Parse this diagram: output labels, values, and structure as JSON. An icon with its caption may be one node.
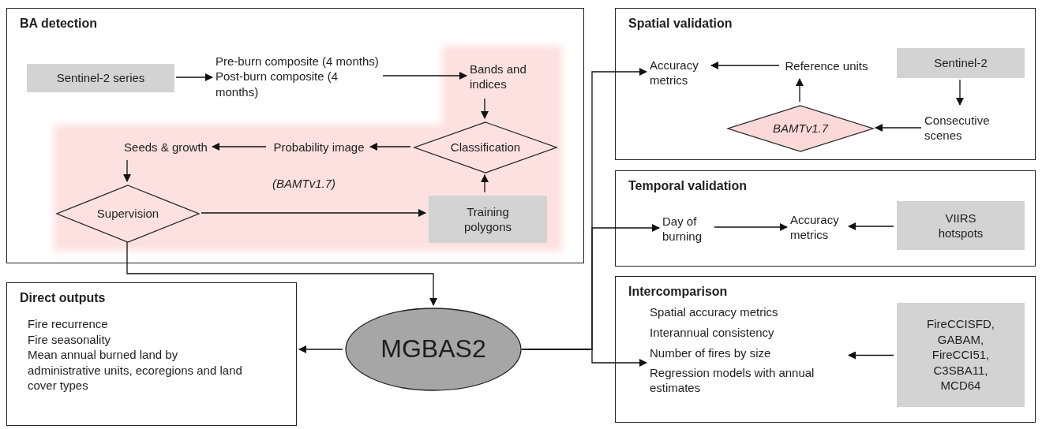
{
  "diagram": {
    "nodes": [
      {
        "text": [
          "BA detection"
        ]
      },
      {
        "text": [
          "Sentinel-2 series"
        ],
        "in": 0
      },
      {
        "text": [
          "Pre-burn composite (4 months)",
          "Post-burn composite (4 months)"
        ],
        "in": 0
      },
      {
        "text": [
          "Bands and indices"
        ],
        "in": 0
      },
      {
        "text": [
          "Classification"
        ],
        "in": 0
      },
      {
        "text": [
          "Probability image"
        ],
        "in": 0
      },
      {
        "text": [
          "Seeds & growth"
        ],
        "in": 0
      },
      {
        "text": [
          "Supervision"
        ],
        "in": 0
      },
      {
        "text": [
          "Training polygons"
        ],
        "in": 0
      },
      {
        "text": [
          "Spatial validation"
        ]
      },
      {
        "text": [
          "Accuracy metrics"
        ],
        "in": 9
      },
      {
        "text": [
          "Reference units"
        ],
        "in": 9
      },
      {
        "text": [
          "Sentinel-2"
        ],
        "in": 9
      },
      {
        "text": [
          "BAMTv1.7"
        ],
        "in": 9
      },
      {
        "text": [
          "Consecutive scenes"
        ],
        "in": 9
      },
      {
        "text": [
          "Temporal validation"
        ]
      },
      {
        "text": [
          "Day of burning"
        ],
        "in": 15
      },
      {
        "text": [
          "Accuracy metrics"
        ],
        "in": 15
      },
      {
        "text": [
          "VIIRS hotspots"
        ],
        "in": 15
      },
      {
        "text": [
          "Intercomparison"
        ]
      },
      {
        "text": [
          "Spatial accuracy metrics",
          "Interannual consistency",
          "Number of fires by size",
          "Regression models with annual estimates"
        ],
        "in": 19
      },
      {
        "text": [
          "FireCCISFD, GABAM, FireCCI51, C3SBA11, MCD64"
        ],
        "in": 19
      },
      {
        "text": [
          "MGBAS2"
        ]
      },
      {
        "text": [
          "Direct outputs",
          "Fire recurrence",
          "Fire seasonality",
          "Mean annual burned land by administrative units, ecoregions and land cover types"
        ]
      }
    ],
    "edges": [
      {
        "from": 1,
        "to": 2,
        "arrow": "to"
      },
      {
        "from": 2,
        "to": 3,
        "arrow": "to"
      },
      {
        "from": 3,
        "to": 4,
        "arrow": "to"
      },
      {
        "from": 4,
        "to": 5,
        "arrow": "to"
      },
      {
        "from": 5,
        "to": 6,
        "arrow": "to"
      },
      {
        "from": 6,
        "to": 7,
        "arrow": "to"
      },
      {
        "from": 7,
        "to": 8,
        "arrow": "to"
      },
      {
        "from": 8,
        "to": 4,
        "arrow": "to"
      },
      {
        "from": 7,
        "to": 22,
        "arrow": "to"
      },
      {
        "from": 22,
        "to": 23,
        "arrow": "to"
      },
      {
        "from": 22,
        "to": 10,
        "arrow": "to"
      },
      {
        "from": 22,
        "to": 16,
        "arrow": "to"
      },
      {
        "from": 22,
        "to": 20,
        "arrow": "to"
      },
      {
        "from": 11,
        "to": 10,
        "arrow": "to"
      },
      {
        "from": 13,
        "to": 11,
        "arrow": "to"
      },
      {
        "from": 12,
        "to": 14,
        "arrow": "to"
      },
      {
        "from": 14,
        "to": 13,
        "arrow": "to"
      },
      {
        "from": 16,
        "to": 17,
        "arrow": "to"
      },
      {
        "from": 18,
        "to": 17,
        "arrow": "to"
      },
      {
        "from": 21,
        "to": 20,
        "arrow": "to"
      }
    ],
    "labels": [
      "(BAMTv1.7)"
    ]
  }
}
